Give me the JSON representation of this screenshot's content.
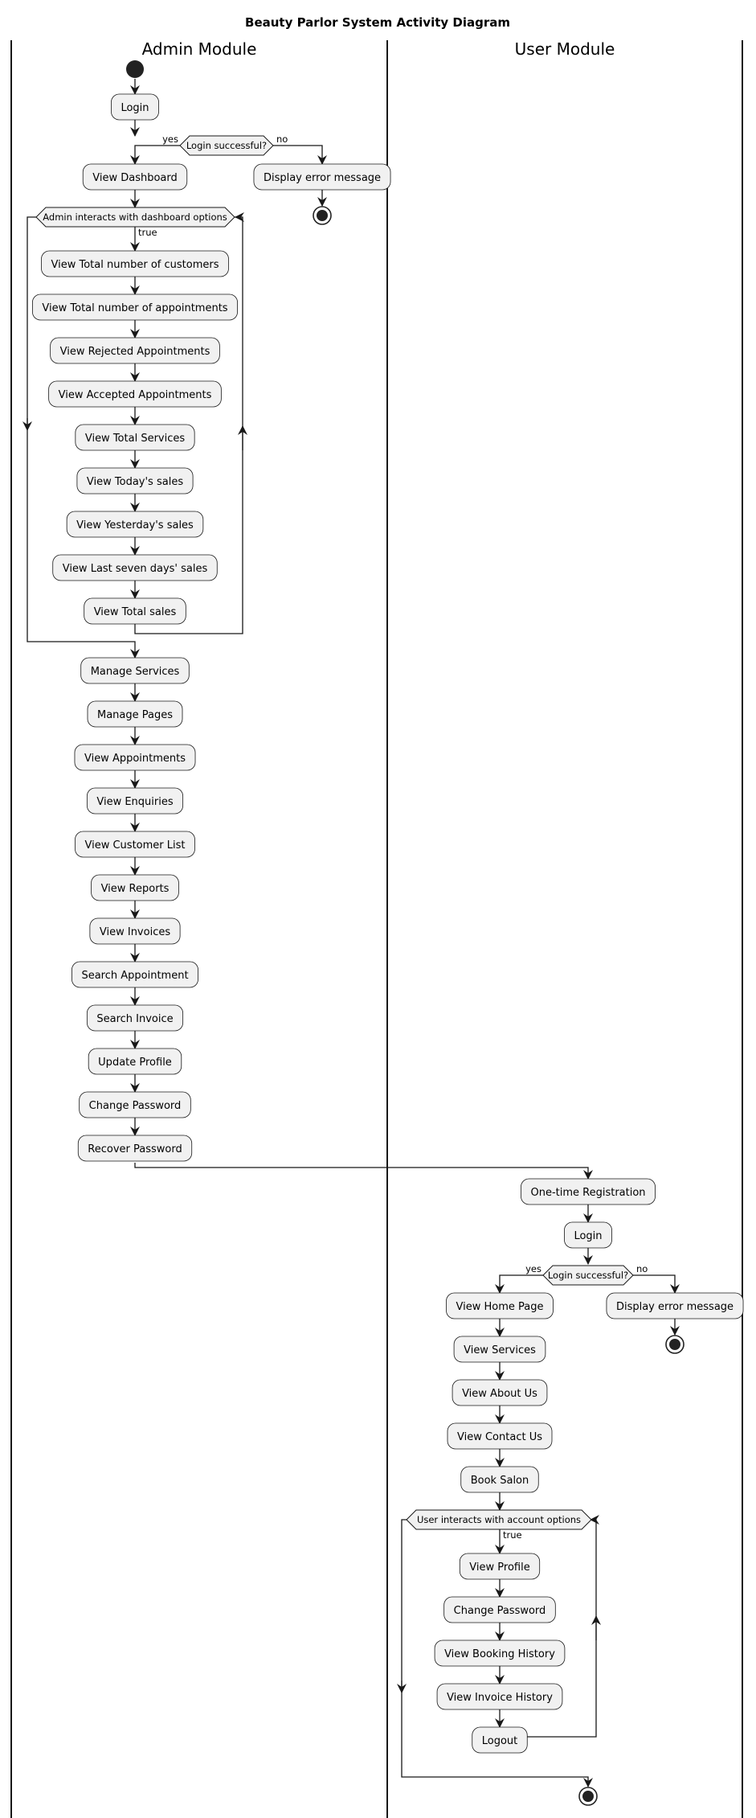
{
  "title": "Beauty Parlor System Activity Diagram",
  "lanes": {
    "admin": "Admin Module",
    "user": "User Module"
  },
  "admin": {
    "login": "Login",
    "decision": "Login successful?",
    "yes": "yes",
    "no": "no",
    "error": "Display error message",
    "dashboard": "View Dashboard",
    "loop_condition": "Admin interacts with dashboard options",
    "loop_true": "true",
    "loop_steps": [
      "View Total number of customers",
      "View Total number of appointments",
      "View Rejected Appointments",
      "View Accepted Appointments",
      "View Total Services",
      "View Today's sales",
      "View Yesterday's sales",
      "View Last seven days' sales",
      "View Total sales"
    ],
    "steps": [
      "Manage Services",
      "Manage Pages",
      "View Appointments",
      "View Enquiries",
      "View Customer List",
      "View Reports",
      "View Invoices",
      "Search Appointment",
      "Search Invoice",
      "Update Profile",
      "Change Password",
      "Recover Password"
    ]
  },
  "user": {
    "registration": "One-time Registration",
    "login": "Login",
    "decision": "Login successful?",
    "yes": "yes",
    "no": "no",
    "error": "Display error message",
    "steps": [
      "View Home Page",
      "View Services",
      "View About Us",
      "View Contact Us",
      "Book Salon"
    ],
    "loop_condition": "User interacts with account options",
    "loop_true": "true",
    "loop_steps": [
      "View Profile",
      "Change Password",
      "View Booking History",
      "View Invoice History",
      "Logout"
    ]
  },
  "colors": {
    "node_fill": "#f1f1f1",
    "stroke": "#181818",
    "text": "#000000"
  }
}
